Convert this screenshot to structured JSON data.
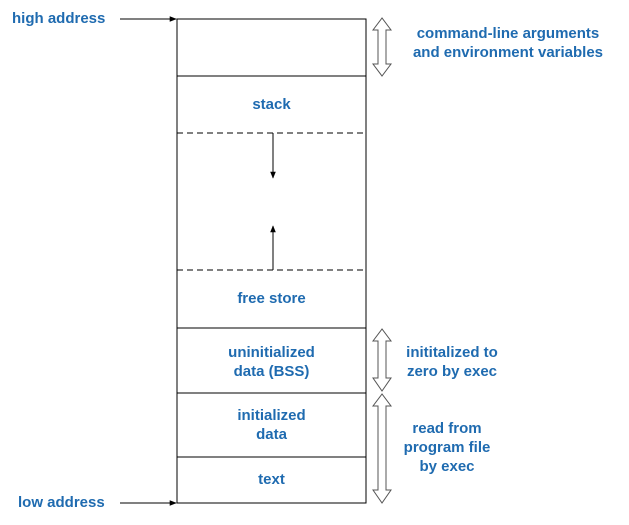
{
  "addresses": {
    "high": "high address",
    "low": "low address"
  },
  "segments": {
    "args": "",
    "stack": "stack",
    "free_store": "free store",
    "bss_line1": "uninitialized",
    "bss_line2": "data (BSS)",
    "init_line1": "initialized",
    "init_line2": "data",
    "text": "text"
  },
  "annotations": {
    "args_line1": "command-line arguments",
    "args_line2": "and environment variables",
    "bss_line1": "inititalized  to",
    "bss_line2": "zero by exec",
    "program_line1": "read from",
    "program_line2": "program file",
    "program_line3": "by exec"
  },
  "colors": {
    "label": "#1f6bb0",
    "line": "#000000"
  }
}
